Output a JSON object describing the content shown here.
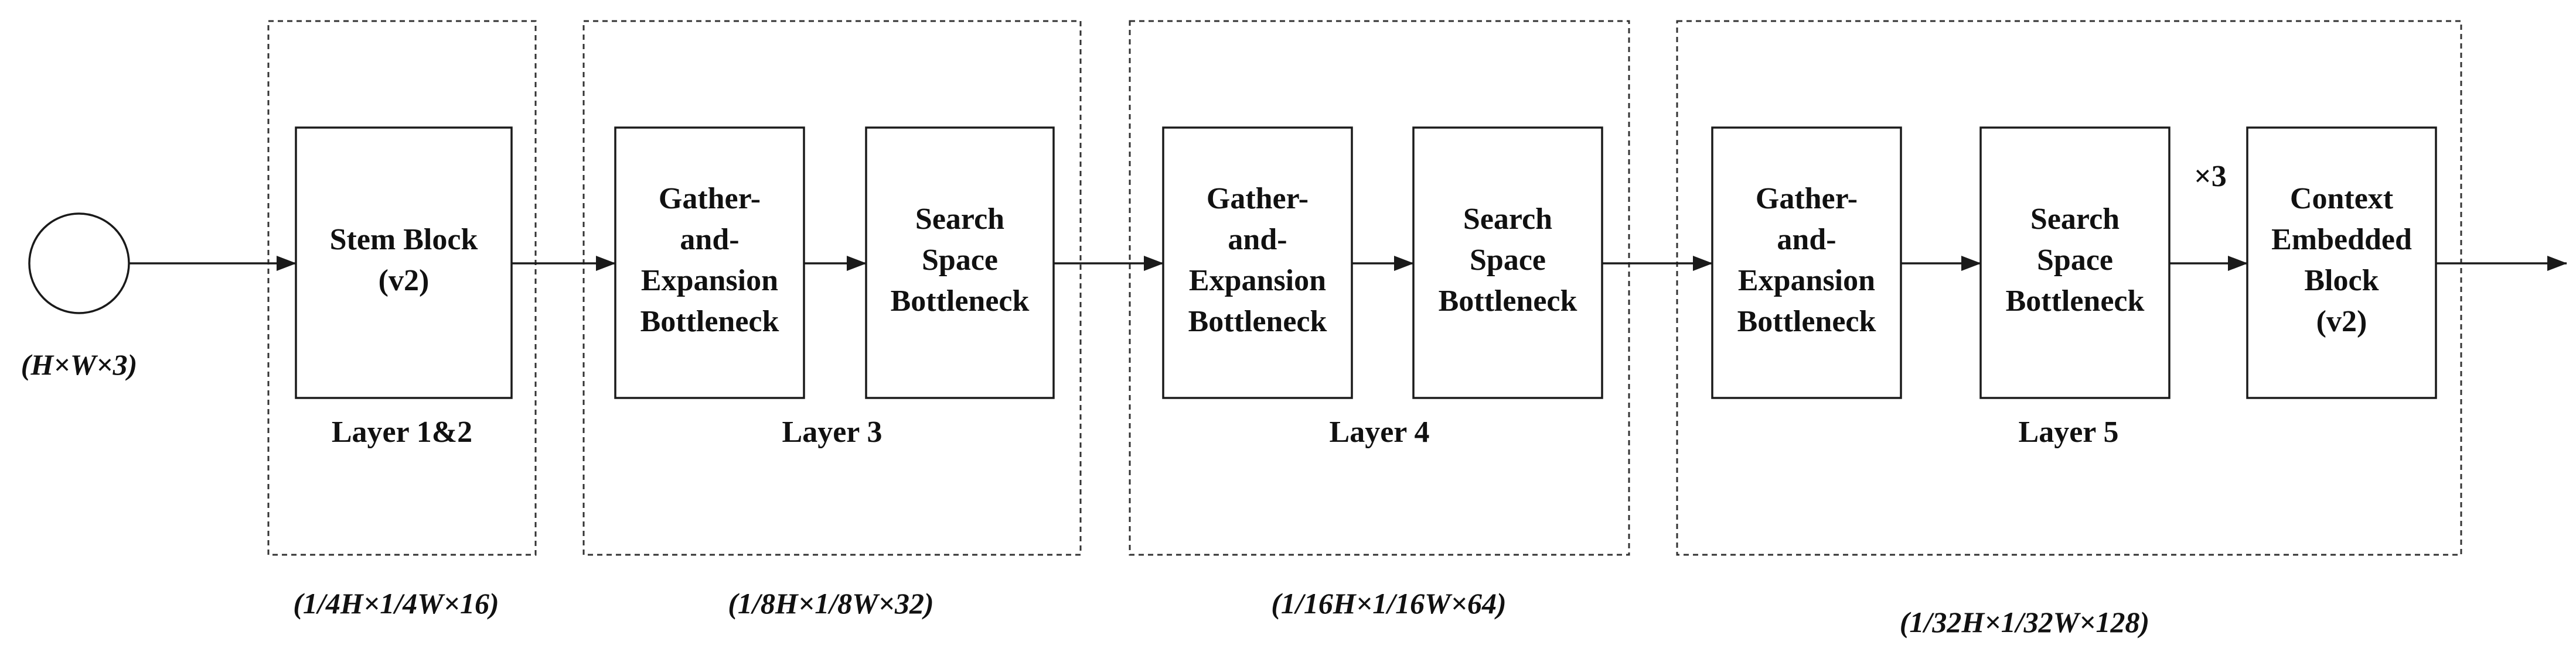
{
  "input": {
    "dims": "(H×W×3)"
  },
  "groups": [
    {
      "layer_label": "Layer 1&2",
      "dims": "(1/4H×1/4W×16)"
    },
    {
      "layer_label": "Layer 3",
      "dims": "(1/8H×1/8W×32)"
    },
    {
      "layer_label": "Layer 4",
      "dims": "(1/16H×1/16W×64)"
    },
    {
      "layer_label": "Layer 5",
      "dims": "(1/32H×1/32W×128)"
    }
  ],
  "blocks": [
    {
      "lines": [
        "Stem Block",
        "(v2)"
      ]
    },
    {
      "lines": [
        "Gather-",
        "and-",
        "Expansion",
        "Bottleneck"
      ]
    },
    {
      "lines": [
        "Search",
        "Space",
        "Bottleneck"
      ]
    },
    {
      "lines": [
        "Gather-",
        "and-",
        "Expansion",
        "Bottleneck"
      ]
    },
    {
      "lines": [
        "Search",
        "Space",
        "Bottleneck"
      ]
    },
    {
      "lines": [
        "Gather-",
        "and-",
        "Expansion",
        "Bottleneck"
      ]
    },
    {
      "lines": [
        "Search",
        "Space",
        "Bottleneck"
      ]
    },
    {
      "lines": [
        "Context",
        "Embedded",
        "Block",
        "(v2)"
      ]
    }
  ],
  "repeat_label": "×3"
}
